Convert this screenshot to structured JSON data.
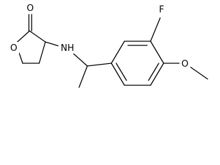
{
  "molecule": {
    "atoms": {
      "carbonyl_o": "O",
      "ring_o": "O",
      "amine": "NH",
      "fluorine": "F",
      "methoxy_o": "O"
    }
  },
  "colors": {
    "bond": "#000000",
    "label": "#000000",
    "background": "#ffffff"
  }
}
